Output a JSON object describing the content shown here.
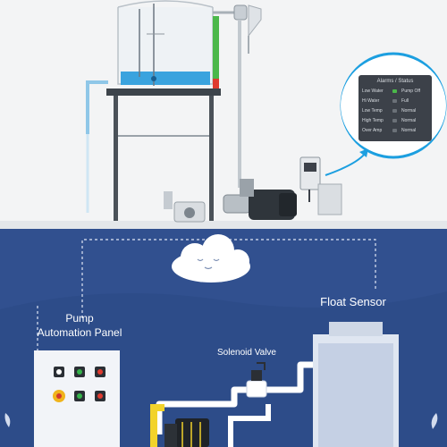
{
  "labels": {
    "pump_automation_panel": "Pump\nAutomation Panel",
    "float_sensor": "Float Sensor",
    "solenoid_valve": "Solenoid Valve"
  },
  "status_panel": {
    "title": "Alarms / Status",
    "rows": [
      {
        "key": "Low Water",
        "value": "Pump Off"
      },
      {
        "key": "Hi Water",
        "value": "Full"
      },
      {
        "key": "Low Temp",
        "value": "Normal"
      },
      {
        "key": "High Temp",
        "value": "Normal"
      },
      {
        "key": "Over Amp",
        "value": "Normal"
      }
    ]
  },
  "colors": {
    "sky": "#31508f",
    "background": "#f3f4f5",
    "water": "#3aa3de",
    "level_indicator_green": "#4bb84a",
    "level_indicator_red": "#e03a2f",
    "pipe_yellow": "#f2d32b"
  }
}
